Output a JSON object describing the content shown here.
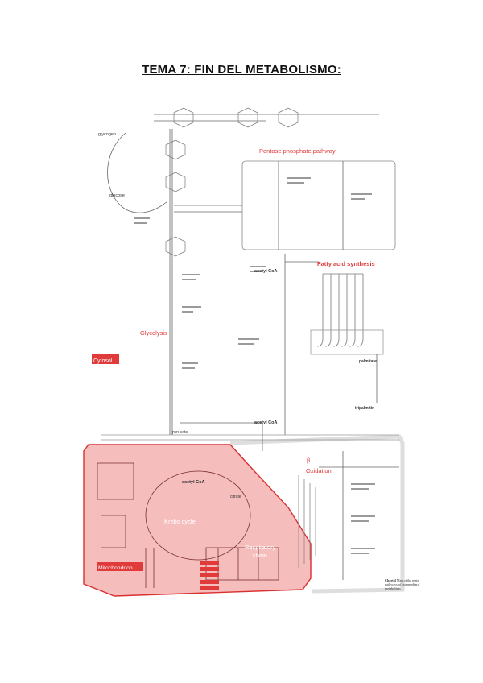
{
  "page": {
    "title": "TEMA 7: FIN DEL METABOLISMO:"
  },
  "figure": {
    "labels": {
      "pentose": "Pentose phosphate pathway",
      "fatty": "Fatty acid synthesis",
      "glycolysis": "Glycolysis",
      "cytosol": "Cytosol",
      "krebs": "Krebs cycle",
      "respiratory1": "Respiratory",
      "respiratory2": "chain",
      "beta1": "β",
      "beta2": "Oxidation",
      "mito": "Mitochondrion",
      "glycogen": "glycogen",
      "glucose": "glucose",
      "acetyl1": "acetyl CoA",
      "acetyl2": "acetyl CoA",
      "acetyl3": "acetyl CoA",
      "pyruvate": "pyruvate",
      "palmitate": "palmitate",
      "tripalmitin": "tripalmitin",
      "citrate": "citrate"
    },
    "caption": {
      "prefix": "Chart 4",
      "text": "Map of the main pathways of intermediary metabolism."
    },
    "colors": {
      "accent": "#e03a3a",
      "mito_fill": "#f2a3a3",
      "ink": "#555555"
    }
  }
}
